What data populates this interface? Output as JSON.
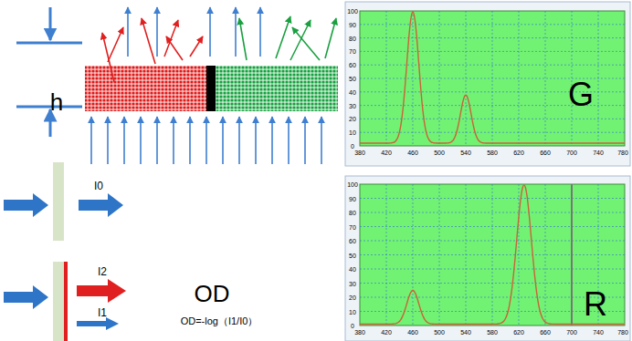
{
  "diagram": {
    "labels": [
      "h",
      "I0",
      "I2",
      "I1",
      "OD",
      "OD=-log（I1/I0）",
      "G",
      "R",
      "100",
      "90",
      "80",
      "70",
      "60",
      "50",
      "40",
      "30",
      "20",
      "10",
      "0",
      "380",
      "420",
      "460",
      "500",
      "540",
      "580",
      "620",
      "660",
      "700",
      "740",
      "780",
      "100",
      "90",
      "80",
      "70",
      "60",
      "50",
      "40",
      "30",
      "20",
      "10",
      "0",
      "380",
      "420",
      "460",
      "500",
      "540",
      "580",
      "620",
      "660",
      "700",
      "740",
      "780"
    ]
  }
}
